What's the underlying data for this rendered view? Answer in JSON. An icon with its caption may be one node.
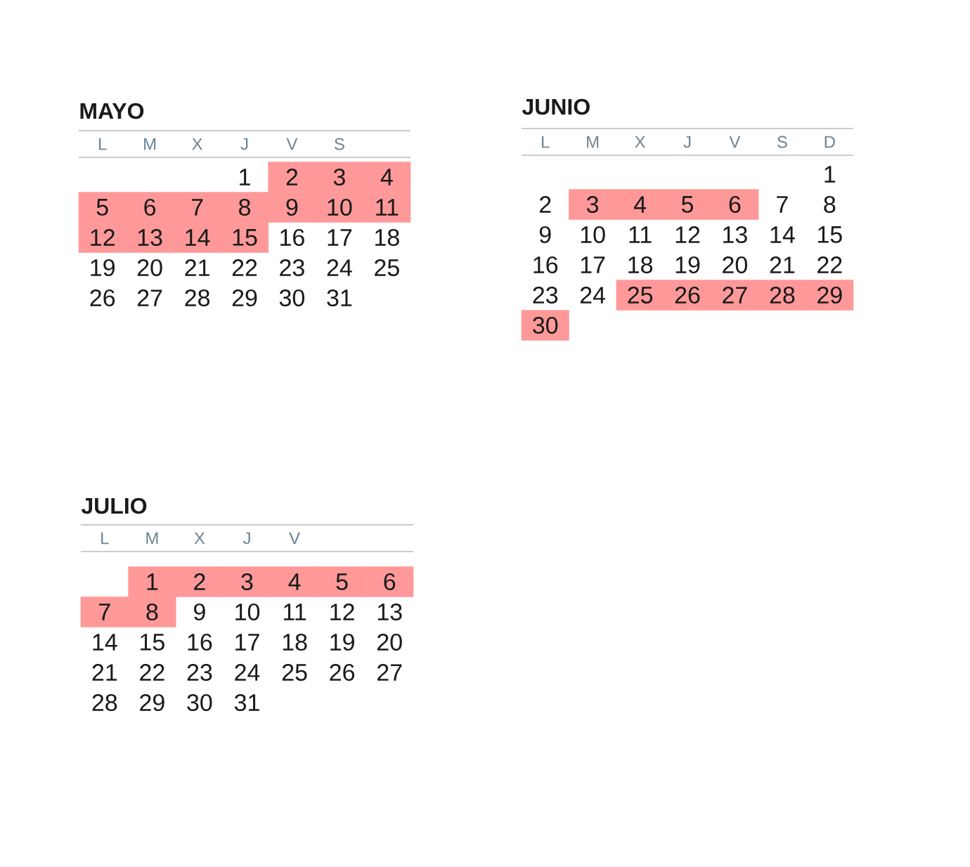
{
  "diagram": {
    "nodes": [
      {
        "text": [
          "2"
        ]
      },
      {
        "text": [
          "3"
        ]
      },
      {
        "text": [
          "4"
        ]
      },
      {
        "text": [
          "5"
        ]
      },
      {
        "text": [
          "6"
        ]
      },
      {
        "text": [
          "7"
        ]
      },
      {
        "text": [
          "8"
        ]
      },
      {
        "text": [
          "9"
        ]
      },
      {
        "text": [
          "10"
        ]
      },
      {
        "text": [
          "11"
        ]
      },
      {
        "text": [
          "12"
        ]
      },
      {
        "text": [
          "13"
        ]
      },
      {
        "text": [
          "14"
        ]
      },
      {
        "text": [
          "15"
        ]
      },
      {
        "text": [
          "3"
        ]
      },
      {
        "text": [
          "4"
        ]
      },
      {
        "text": [
          "5"
        ]
      },
      {
        "text": [
          "6"
        ]
      },
      {
        "text": [
          "25"
        ]
      },
      {
        "text": [
          "26"
        ]
      },
      {
        "text": [
          "27"
        ]
      },
      {
        "text": [
          "28"
        ]
      },
      {
        "text": [
          "29"
        ]
      },
      {
        "text": [
          "30"
        ]
      },
      {
        "text": [
          "1"
        ]
      },
      {
        "text": [
          "2"
        ]
      },
      {
        "text": [
          "3"
        ]
      },
      {
        "text": [
          "4"
        ]
      },
      {
        "text": [
          "5"
        ]
      },
      {
        "text": [
          "6"
        ]
      },
      {
        "text": [
          "7"
        ]
      },
      {
        "text": [
          "8"
        ]
      }
    ],
    "labels": [
      "MAYO",
      "L",
      "M",
      "X",
      "J",
      "V",
      "S",
      "1",
      "16",
      "17",
      "18",
      "19",
      "20",
      "21",
      "22",
      "23",
      "24",
      "25",
      "26",
      "27",
      "28",
      "29",
      "30",
      "31",
      "JUNIO",
      "L",
      "M",
      "X",
      "J",
      "V",
      "S",
      "D",
      "1",
      "2",
      "7",
      "8",
      "9",
      "10",
      "11",
      "12",
      "13",
      "14",
      "15",
      "16",
      "17",
      "18",
      "19",
      "20",
      "21",
      "22",
      "23",
      "24",
      "JULIO",
      "L",
      "M",
      "X",
      "J",
      "V",
      "9",
      "10",
      "11",
      "12",
      "13",
      "14",
      "15",
      "16",
      "17",
      "18",
      "19",
      "20",
      "21",
      "22",
      "23",
      "24",
      "25",
      "26",
      "27",
      "28",
      "29",
      "30",
      "31"
    ]
  }
}
